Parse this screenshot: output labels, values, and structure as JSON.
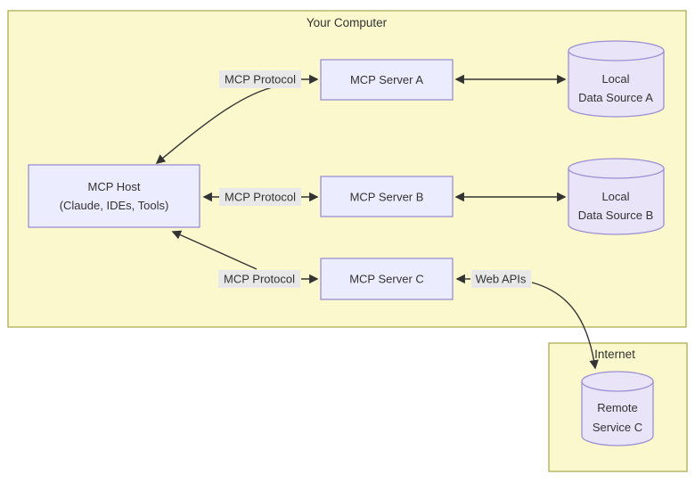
{
  "diagram": {
    "type": "architecture-flowchart",
    "groups": {
      "your_computer": {
        "label": "Your Computer"
      },
      "internet": {
        "label": "Internet"
      }
    },
    "nodes": {
      "host": {
        "line1": "MCP Host",
        "line2": "(Claude, IDEs, Tools)"
      },
      "server_a": {
        "label": "MCP Server A"
      },
      "server_b": {
        "label": "MCP Server B"
      },
      "server_c": {
        "label": "MCP Server C"
      },
      "data_a": {
        "line1": "Local",
        "line2": "Data Source A"
      },
      "data_b": {
        "line1": "Local",
        "line2": "Data Source B"
      },
      "remote_c": {
        "line1": "Remote",
        "line2": "Service C"
      }
    },
    "edge_labels": {
      "protocol_a": "MCP Protocol",
      "protocol_b": "MCP Protocol",
      "protocol_c": "MCP Protocol",
      "web_apis": "Web APIs"
    },
    "edges": [
      {
        "from": "host",
        "to": "server_a",
        "label": "MCP Protocol",
        "bidirectional": true
      },
      {
        "from": "host",
        "to": "server_b",
        "label": "MCP Protocol",
        "bidirectional": true
      },
      {
        "from": "host",
        "to": "server_c",
        "label": "MCP Protocol",
        "bidirectional": true
      },
      {
        "from": "server_a",
        "to": "data_a",
        "bidirectional": true
      },
      {
        "from": "server_b",
        "to": "data_b",
        "bidirectional": true
      },
      {
        "from": "server_c",
        "to": "remote_c",
        "label": "Web APIs",
        "bidirectional": true
      }
    ],
    "colors": {
      "group_fill": "#fbf8cd",
      "group_stroke": "#a8a748",
      "node_fill": "#ececff",
      "node_stroke": "#9b8fd3",
      "edge_label_bg": "#e8e8e8",
      "edge_color": "#333333",
      "text_color": "#333333",
      "background": "#ffffff"
    }
  }
}
